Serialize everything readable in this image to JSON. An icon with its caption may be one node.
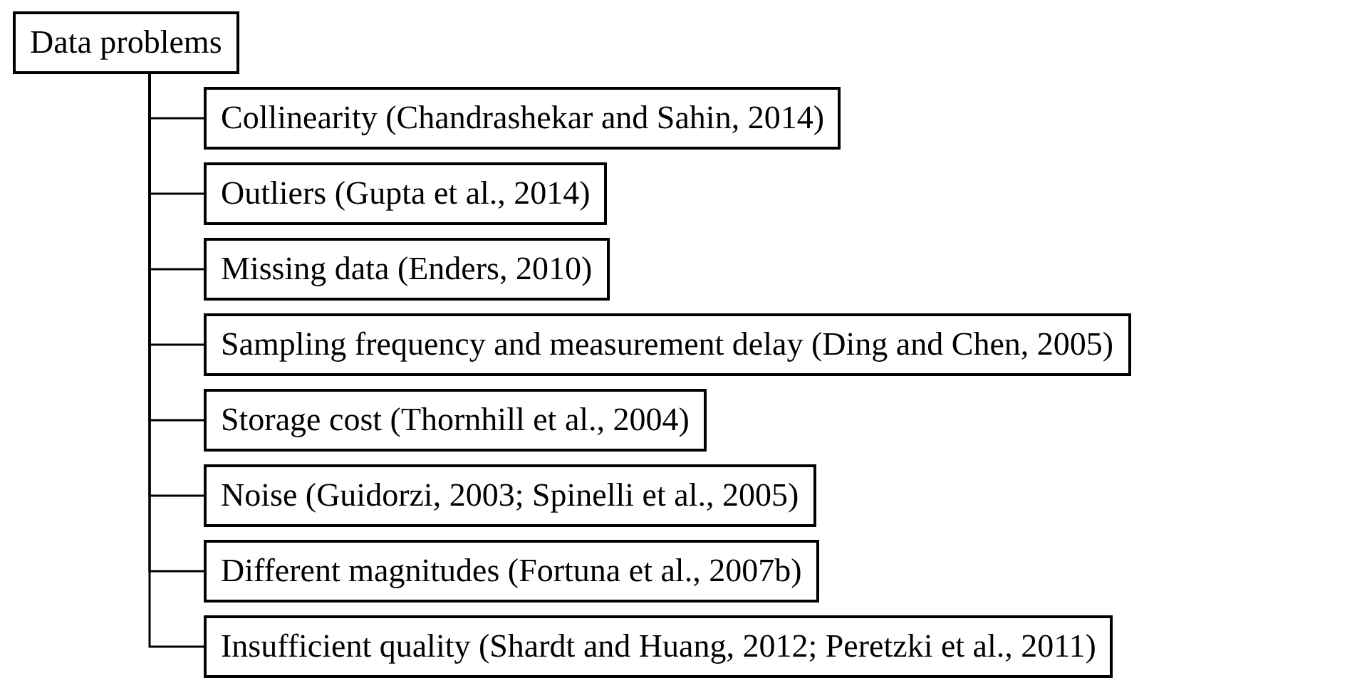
{
  "diagram": {
    "nodes": [
      {
        "text": [
          "Data problems"
        ]
      },
      {
        "text": [
          "Collinearity (Chandrashekar and Sahin, 2014)"
        ]
      },
      {
        "text": [
          "Outliers (Gupta et al., 2014)"
        ]
      },
      {
        "text": [
          "Missing data (Enders, 2010)"
        ]
      },
      {
        "text": [
          "Sampling frequency and measurement delay (Ding and Chen, 2005)"
        ]
      },
      {
        "text": [
          "Storage cost (Thornhill et al., 2004)"
        ]
      },
      {
        "text": [
          "Noise (Guidorzi, 2003; Spinelli et al., 2005)"
        ]
      },
      {
        "text": [
          "Different magnitudes (Fortuna et al., 2007b)"
        ]
      },
      {
        "text": [
          "Insufficient quality (Shardt and Huang, 2012; Peretzki et al., 2011)"
        ]
      }
    ],
    "edges": [
      {
        "from": 0,
        "to": 1,
        "arrow": "none"
      },
      {
        "from": 0,
        "to": 2,
        "arrow": "none"
      },
      {
        "from": 0,
        "to": 3,
        "arrow": "none"
      },
      {
        "from": 0,
        "to": 4,
        "arrow": "none"
      },
      {
        "from": 0,
        "to": 5,
        "arrow": "none"
      },
      {
        "from": 0,
        "to": 6,
        "arrow": "none"
      },
      {
        "from": 0,
        "to": 7,
        "arrow": "none"
      },
      {
        "from": 0,
        "to": 8,
        "arrow": "none"
      }
    ]
  }
}
